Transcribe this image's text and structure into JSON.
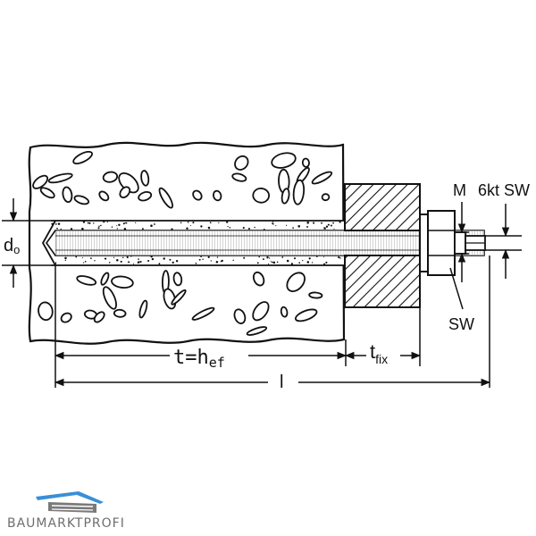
{
  "labels": {
    "d0_main": "d",
    "d0_sub": "o",
    "thread": "M",
    "hex_wrench": "6kt SW",
    "wrench": "SW",
    "depth_main": "t=h",
    "depth_sub": "ef",
    "tfix_main": "t",
    "tfix_sub": "fix",
    "length": "l"
  },
  "brand": {
    "name": "BAUMARKTPROFI",
    "accent_color": "#3a8fd6",
    "mark_color": "#7a7a7a"
  },
  "colors": {
    "line": "#111111",
    "background": "#ffffff"
  }
}
